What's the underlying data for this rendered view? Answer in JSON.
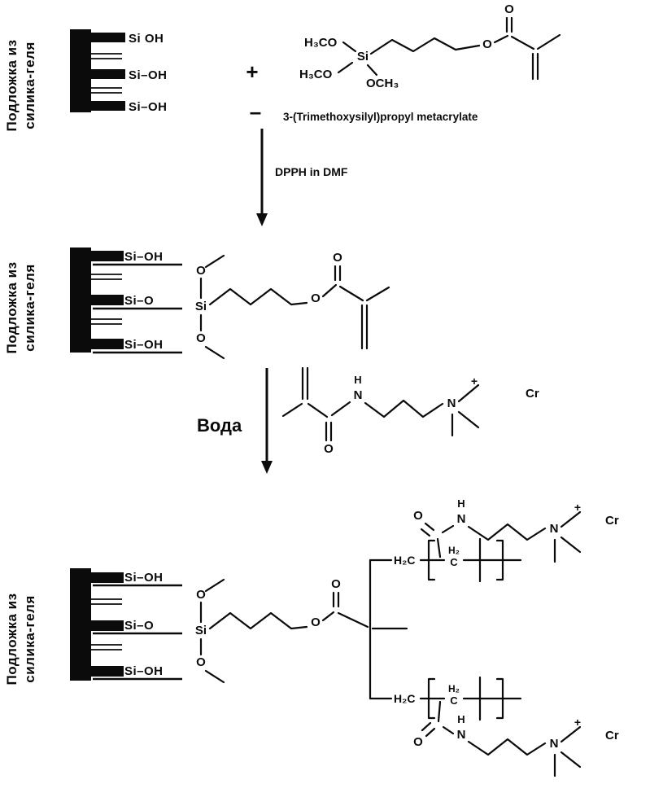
{
  "substrate": {
    "label_line1": "Подложка из",
    "label_line2": "силика-геля"
  },
  "sections": {
    "top": {
      "si_groups": [
        "Si OH",
        "Si–OH",
        "Si–OH"
      ]
    },
    "middle": {
      "si_groups": [
        "Si–OH",
        "Si–O",
        "Si–OH"
      ]
    },
    "bottom": {
      "si_groups": [
        "Si–OH",
        "Si–O",
        "Si–OH"
      ]
    }
  },
  "reaction": {
    "plus": "+",
    "minus": "–",
    "step1_reagent_name": "3-(Trimethoxysilyl)propyl metacrylate",
    "step1_condition": "DPPH in DMF",
    "step2_condition": "Вода"
  },
  "atoms": {
    "h3co": "H₃CO",
    "och3": "OCH₃",
    "si": "Si",
    "o": "O",
    "n": "N",
    "h": "H",
    "h2c": "H₂C",
    "h2": "H₂",
    "c": "C",
    "plus_charge": "+",
    "counterion": "Cr"
  }
}
